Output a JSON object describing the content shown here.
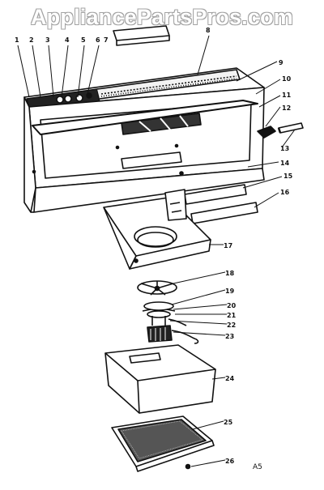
{
  "watermark": "AppliancePartsPros.com",
  "diagram_code": "A5",
  "callouts": [
    "1",
    "2",
    "3",
    "4",
    "5",
    "6",
    "7",
    "8",
    "9",
    "10",
    "11",
    "12",
    "13",
    "14",
    "15",
    "16",
    "17",
    "18",
    "19",
    "20",
    "21",
    "22",
    "23",
    "24",
    "25",
    "26"
  ]
}
